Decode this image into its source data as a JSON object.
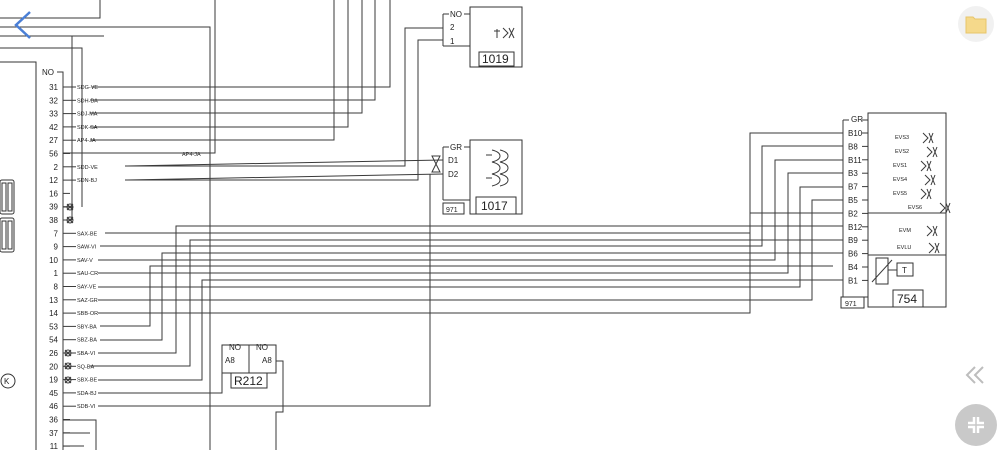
{
  "left_connector": {
    "header": "NO",
    "rows": [
      {
        "pin": "31",
        "wire": "SDG-VE"
      },
      {
        "pin": "32",
        "wire": "SDH-BA"
      },
      {
        "pin": "33",
        "wire": "SDJ-MA"
      },
      {
        "pin": "42",
        "wire": "SDK-SA"
      },
      {
        "pin": "27",
        "wire": "AP4-JA"
      },
      {
        "pin": "56",
        "wire": ""
      },
      {
        "pin": "2",
        "wire": "SDD-VE"
      },
      {
        "pin": "12",
        "wire": "SDN-BJ"
      },
      {
        "pin": "16",
        "wire": ""
      },
      {
        "pin": "39",
        "wire": ""
      },
      {
        "pin": "38",
        "wire": ""
      },
      {
        "pin": "7",
        "wire": "SAX-BE"
      },
      {
        "pin": "9",
        "wire": "SAW-VI"
      },
      {
        "pin": "10",
        "wire": "SAV-V"
      },
      {
        "pin": "1",
        "wire": "SAU-CR"
      },
      {
        "pin": "8",
        "wire": "SAY-VE"
      },
      {
        "pin": "13",
        "wire": "SAZ-GR"
      },
      {
        "pin": "14",
        "wire": "SBB-OR"
      },
      {
        "pin": "53",
        "wire": "SBY-BA"
      },
      {
        "pin": "54",
        "wire": "SBZ-BA"
      },
      {
        "pin": "26",
        "wire": "SBA-VI"
      },
      {
        "pin": "20",
        "wire": "SQ-BA"
      },
      {
        "pin": "19",
        "wire": "SBX-BE"
      },
      {
        "pin": "45",
        "wire": "SDA-BJ"
      },
      {
        "pin": "46",
        "wire": "SDB-VI"
      },
      {
        "pin": "36",
        "wire": ""
      },
      {
        "pin": "37",
        "wire": ""
      },
      {
        "pin": "11",
        "wire": ""
      }
    ],
    "mid_wire_label": "AP4-JA"
  },
  "c1019": {
    "header": "NO",
    "pins": [
      "2",
      "1"
    ],
    "label": "1019"
  },
  "c1017": {
    "header": "GR",
    "pins": [
      "D1",
      "D2"
    ],
    "ref": "971",
    "label": "1017"
  },
  "c754": {
    "header": "GR",
    "pins": [
      "B10",
      "B8",
      "B11",
      "B3",
      "B7",
      "B5",
      "B2",
      "B12",
      "B9",
      "B6",
      "B4",
      "B1"
    ],
    "valves": [
      "EVS3",
      "EVS2",
      "EVS1",
      "EVS4",
      "EVS5",
      "EVS6",
      "EVM",
      "EVLU"
    ],
    "sensor": "T",
    "ref": "971",
    "label": "754"
  },
  "r212": {
    "headers": [
      "NO",
      "NO"
    ],
    "pins": [
      "A8",
      "A8"
    ],
    "label": "R212"
  },
  "ui": {
    "back_icon": "chevron-left-icon",
    "folder_icon": "folder-icon",
    "menu_icon": "double-chevron-left-icon",
    "fab_icon": "expand-arrows-icon",
    "accent": "#4a7fd6",
    "folder_color": "#f5d98b"
  }
}
